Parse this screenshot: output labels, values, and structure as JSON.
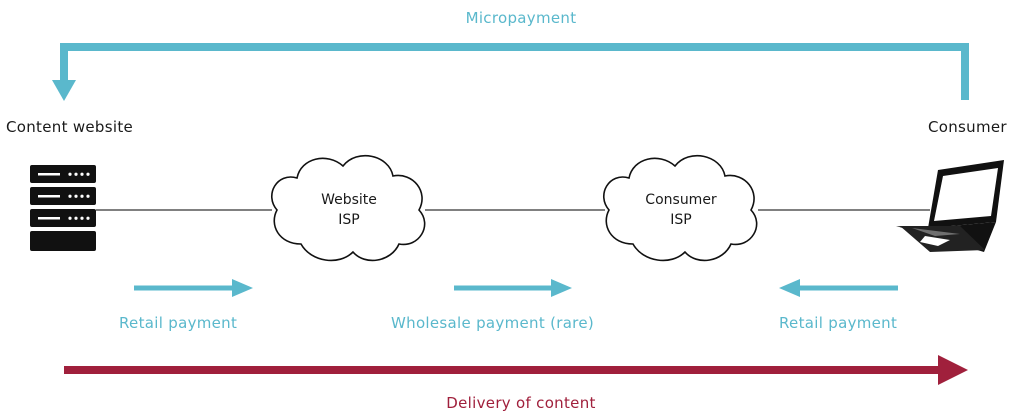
{
  "diagram": {
    "colors": {
      "payment": "#5ab8cc",
      "delivery": "#a0203c",
      "ink": "#111111",
      "line": "#000000"
    },
    "micropayment_label": "Micropayment",
    "nodes": {
      "content_website": {
        "label": "Content website",
        "icon": "server-icon"
      },
      "consumer": {
        "label": "Consumer",
        "icon": "laptop-icon"
      },
      "website_isp": {
        "line1": "Website",
        "line2": "ISP",
        "icon": "cloud-icon"
      },
      "consumer_isp": {
        "line1": "Consumer",
        "line2": "ISP",
        "icon": "cloud-icon"
      }
    },
    "payments": {
      "left": "Retail payment",
      "middle": "Wholesale payment (rare)",
      "right": "Retail payment"
    },
    "delivery_label": "Delivery of content"
  }
}
